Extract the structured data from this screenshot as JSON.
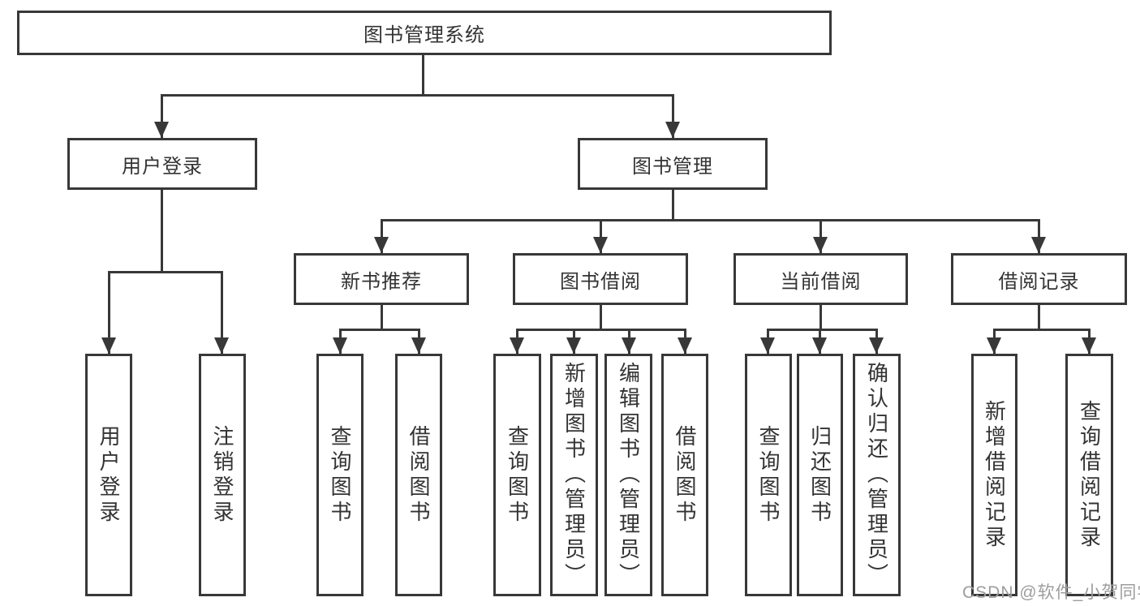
{
  "diagram": {
    "root_label": "图书管理系统",
    "level2": {
      "user_login": {
        "label": "用户登录",
        "children": [
          {
            "label": "用户登录"
          },
          {
            "label": "注销登录"
          }
        ]
      },
      "book_management": {
        "label": "图书管理",
        "children": [
          {
            "label": "新书推荐",
            "children": [
              {
                "label": "查询图书"
              },
              {
                "label": "借阅图书"
              }
            ]
          },
          {
            "label": "图书借阅",
            "children": [
              {
                "label": "查询图书"
              },
              {
                "label": "新增图书（管理员）"
              },
              {
                "label": "编辑图书（管理员）"
              },
              {
                "label": "借阅图书"
              }
            ]
          },
          {
            "label": "当前借阅",
            "children": [
              {
                "label": "查询图书"
              },
              {
                "label": "归还图书"
              },
              {
                "label": "确认归还（管理员）"
              }
            ]
          },
          {
            "label": "借阅记录",
            "children": [
              {
                "label": "新增借阅记录"
              },
              {
                "label": "查询借阅记录"
              }
            ]
          }
        ]
      }
    },
    "watermark": "CSDN @软件_小贺同学",
    "colors": {
      "line": "#383838",
      "text": "#333333",
      "background": "#ffffff",
      "watermark": "#9d9d9d"
    }
  }
}
